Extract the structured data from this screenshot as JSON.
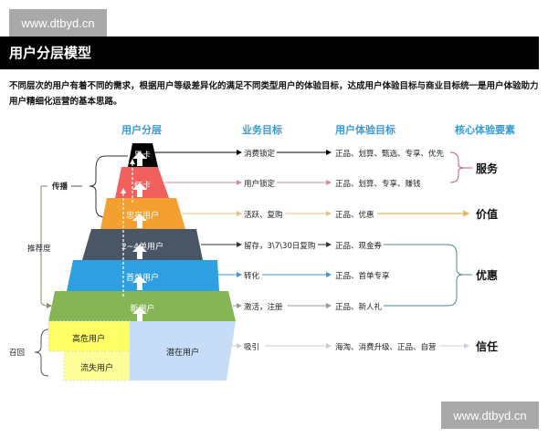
{
  "watermark": "www.dtbyd.cn",
  "title": "用户分层模型",
  "description": "不同层次的用户有着不同的需求，根据用户等级差异化的满足不同类型用户的体验目标，达成用户体验目标与商业目标统一是用户体验助力用户精细化运营的基本思路。",
  "columns": {
    "layers": "用户分层",
    "business": "业务目标",
    "experience": "用户体验目标",
    "core": "核心体验要素"
  },
  "layers": [
    "黑卡",
    "红卡",
    "忠实用户",
    "2~4单用户",
    "首单用户",
    "新用户",
    "高危用户",
    "流失用户",
    "潜在用户"
  ],
  "left_labels": {
    "spread": "传播",
    "recommend": "推荐度",
    "recall": "召回"
  },
  "rows": [
    {
      "business": "消费锁定",
      "experience": "正品、划算、甄选、专享、优先"
    },
    {
      "business": "用户锁定",
      "experience": "正品、划算、专享、赚钱"
    },
    {
      "business": "活跃、复购",
      "experience": "正品、优惠"
    },
    {
      "business": "留存，3\\7\\30日复购",
      "experience": "正品、现金券"
    },
    {
      "business": "转化",
      "experience": "正品、首单专享"
    },
    {
      "business": "激活，注册",
      "experience": "正品、新人礼"
    },
    {
      "business": "吸引",
      "experience": "海淘、消费升级、正品、自营"
    }
  ],
  "core": [
    "服务",
    "价值",
    "优惠",
    "信任"
  ],
  "colors": {
    "black": "#000000",
    "red": "#f0605d",
    "orange": "#f4a030",
    "slate": "#4a5566",
    "blue": "#2e9fe0",
    "green": "#86b556",
    "yellow": "#ffff66",
    "lightyellow": "#ffff99",
    "lightblue": "#c6dcf7",
    "header": "#3a9ad6"
  }
}
